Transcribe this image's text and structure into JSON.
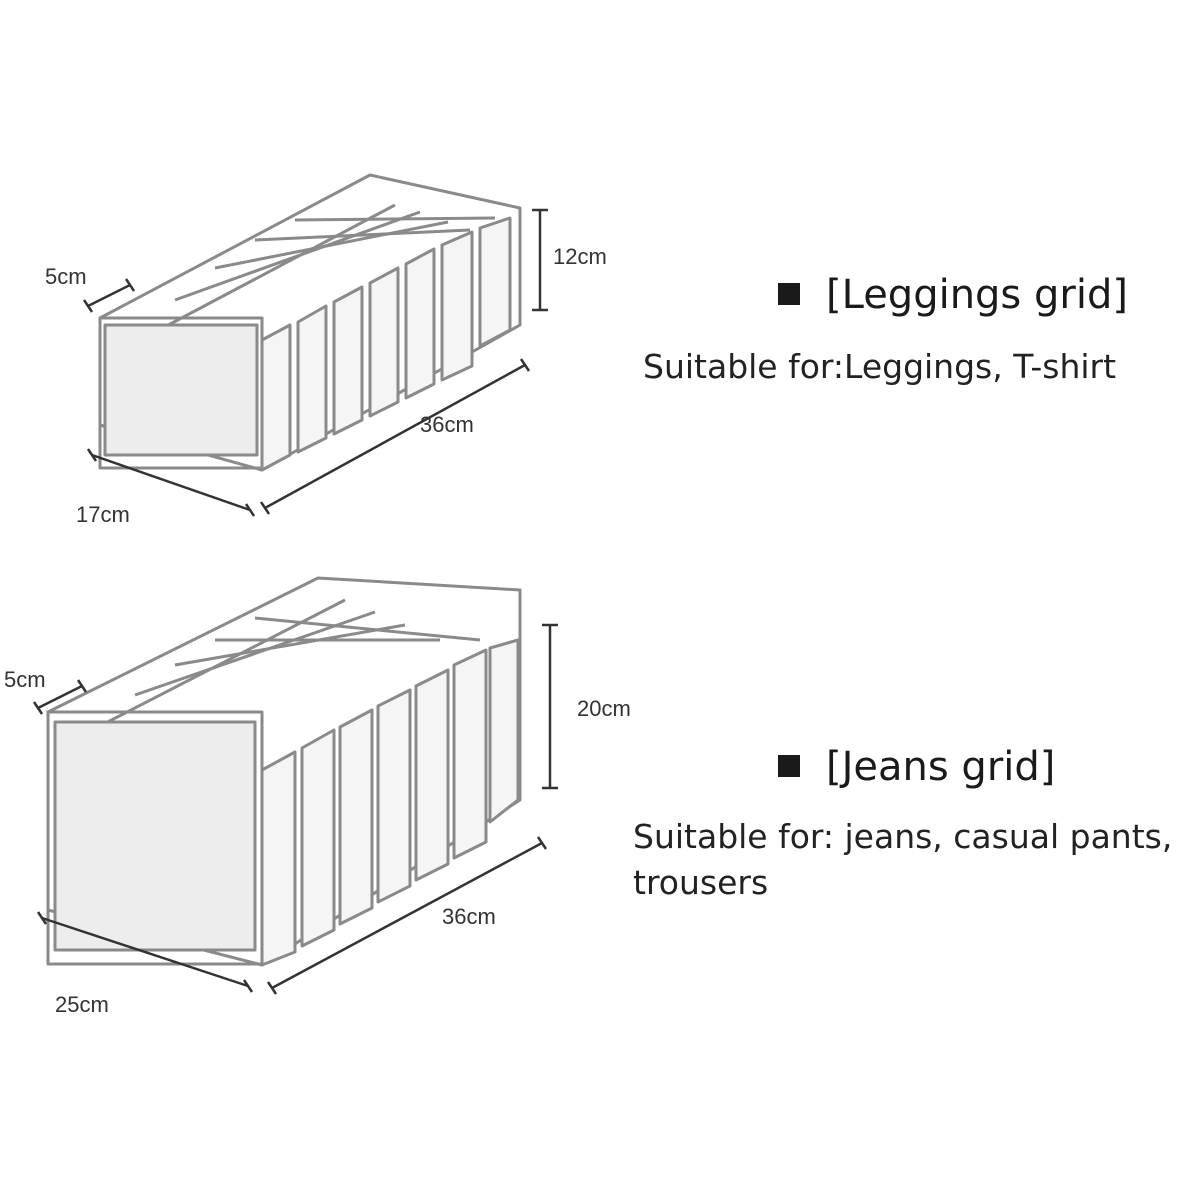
{
  "leggings": {
    "title": "[Leggings grid]",
    "description": "Suitable for:Leggings, T-shirt",
    "dims": {
      "width": "17cm",
      "length": "36cm",
      "height": "12cm",
      "slot": "5cm"
    }
  },
  "jeans": {
    "title": "[Jeans grid]",
    "description_line1": "Suitable for: jeans, casual pants,",
    "description_line2": "trousers",
    "dims": {
      "width": "25cm",
      "length": "36cm",
      "height": "20cm",
      "slot": "5cm"
    }
  },
  "colors": {
    "frame": "#8a8a8a",
    "front_fill": "#ededed",
    "text": "#222222"
  }
}
